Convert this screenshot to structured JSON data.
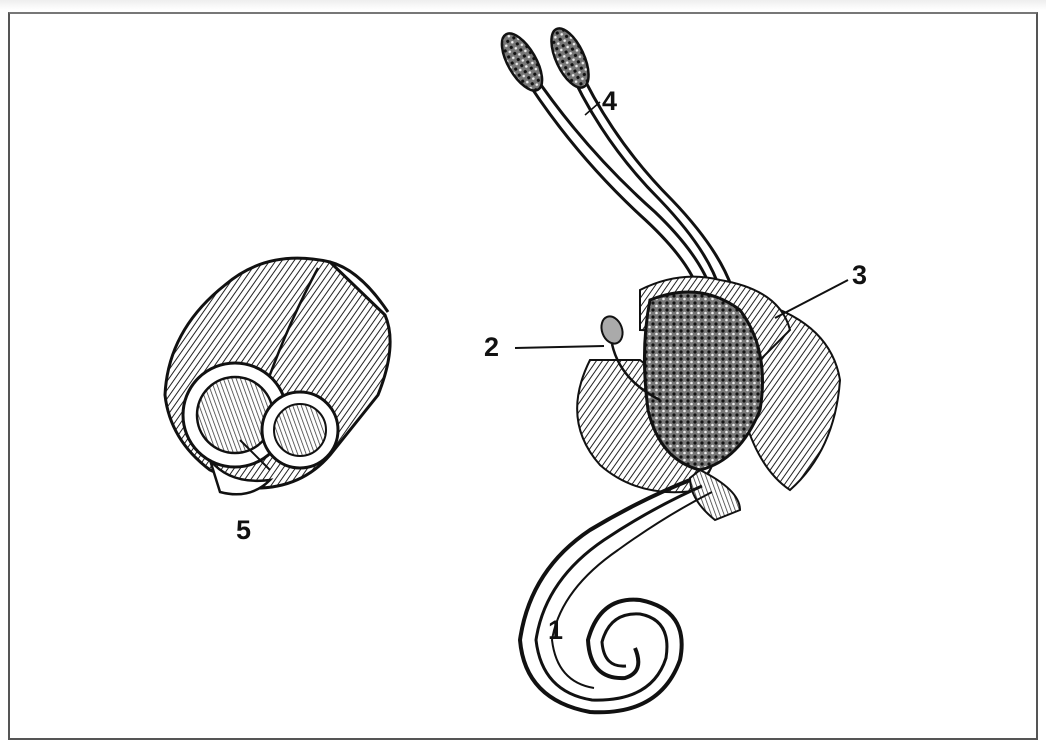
{
  "labels": {
    "l1": "1",
    "l2": "2",
    "l3": "3",
    "l4": "4",
    "l5": "5"
  },
  "colors": {
    "ink": "#1a1a1a",
    "paper": "#ffffff"
  }
}
